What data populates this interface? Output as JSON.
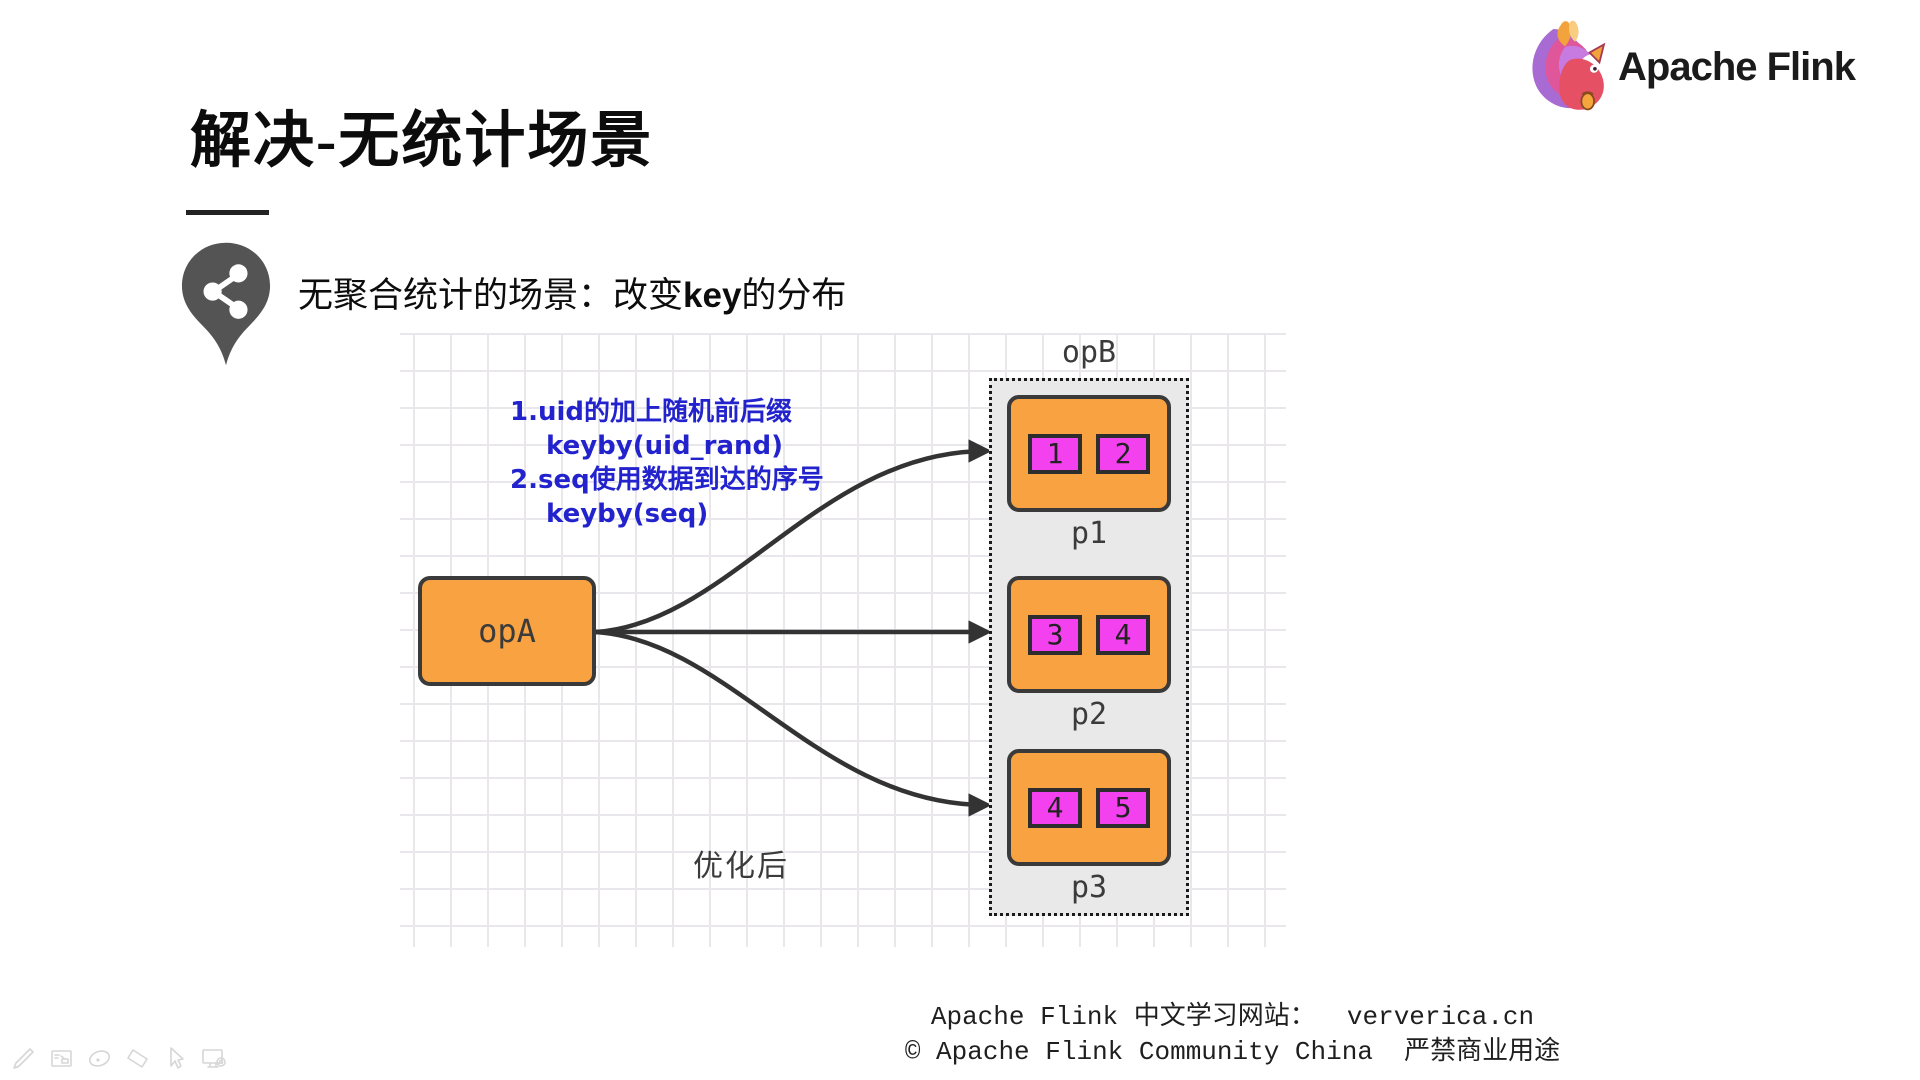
{
  "logo": {
    "brand": "Apache Flink"
  },
  "slide": {
    "title": "解决-无统计场景",
    "bullet": {
      "prefix": "无聚合统计的场景：改变",
      "highlight": "key",
      "suffix": "的分布"
    }
  },
  "diagram": {
    "annotation": [
      "1.uid的加上随机前后缀",
      "keyby(uid_rand)",
      "2.seq使用数据到达的序号",
      "keyby(seq)"
    ],
    "source_node": "opA",
    "target_group": "opB",
    "caption": "优化后",
    "partitions": [
      {
        "label": "p1",
        "keys": [
          "1",
          "2"
        ]
      },
      {
        "label": "p2",
        "keys": [
          "3",
          "4"
        ]
      },
      {
        "label": "p3",
        "keys": [
          "4",
          "5"
        ]
      }
    ],
    "colors": {
      "node_fill": "#F9A242",
      "key_fill": "#F441F0",
      "annotation_blue": "#2323CD",
      "group_fill": "#E9E9E9",
      "line_dark": "#333333"
    }
  },
  "footer": {
    "line1": "Apache Flink 中文学习网站：  ververica.cn",
    "line2": "© Apache Flink Community China  严禁商业用途"
  }
}
